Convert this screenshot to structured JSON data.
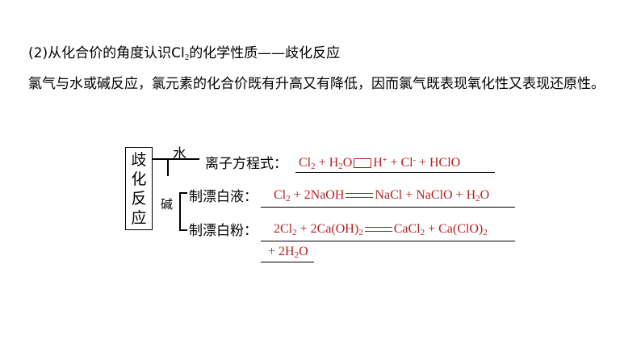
{
  "heading": {
    "prefix": "(2)从化合价的角度认识Cl",
    "sub": "2",
    "suffix": "的化学性质——歧化反应"
  },
  "paragraph": "氯气与水或碱反应，氯元素的化合价既有升高又有降低，因而氯气既表现氧化性又表现还原性。",
  "diagram": {
    "box_chars": [
      "歧",
      "化",
      "反",
      "应"
    ],
    "branch_water": "水",
    "branch_base": "碱",
    "ionic_label": "离子方程式：",
    "bleach_liquid_label": "制漂白液：",
    "bleach_powder_label": "制漂白粉：",
    "eq1": {
      "a": "Cl",
      "a_sub": "2",
      "b": " + H",
      "b_sub": "2",
      "c": "O",
      "d": "H",
      "d_sup": "+",
      "e": " + Cl",
      "e_sup": "-",
      "f": " + HClO"
    },
    "eq2": {
      "a": "Cl",
      "a_sub": "2",
      "b": " + 2NaOH",
      "c": "NaCl + NaClO + H",
      "c_sub": "2",
      "d": "O"
    },
    "eq3": {
      "a": "2Cl",
      "a_sub": "2",
      "b": " + 2Ca(OH)",
      "b_sub": "2",
      "c": "CaCl",
      "c_sub": "2",
      "d": " + Ca(ClO)",
      "d_sub": "2"
    },
    "eq3b": {
      "a": "+ 2H",
      "a_sub": "2",
      "b": "O"
    }
  },
  "colors": {
    "answer_red": "#b22222",
    "text": "#000000"
  }
}
